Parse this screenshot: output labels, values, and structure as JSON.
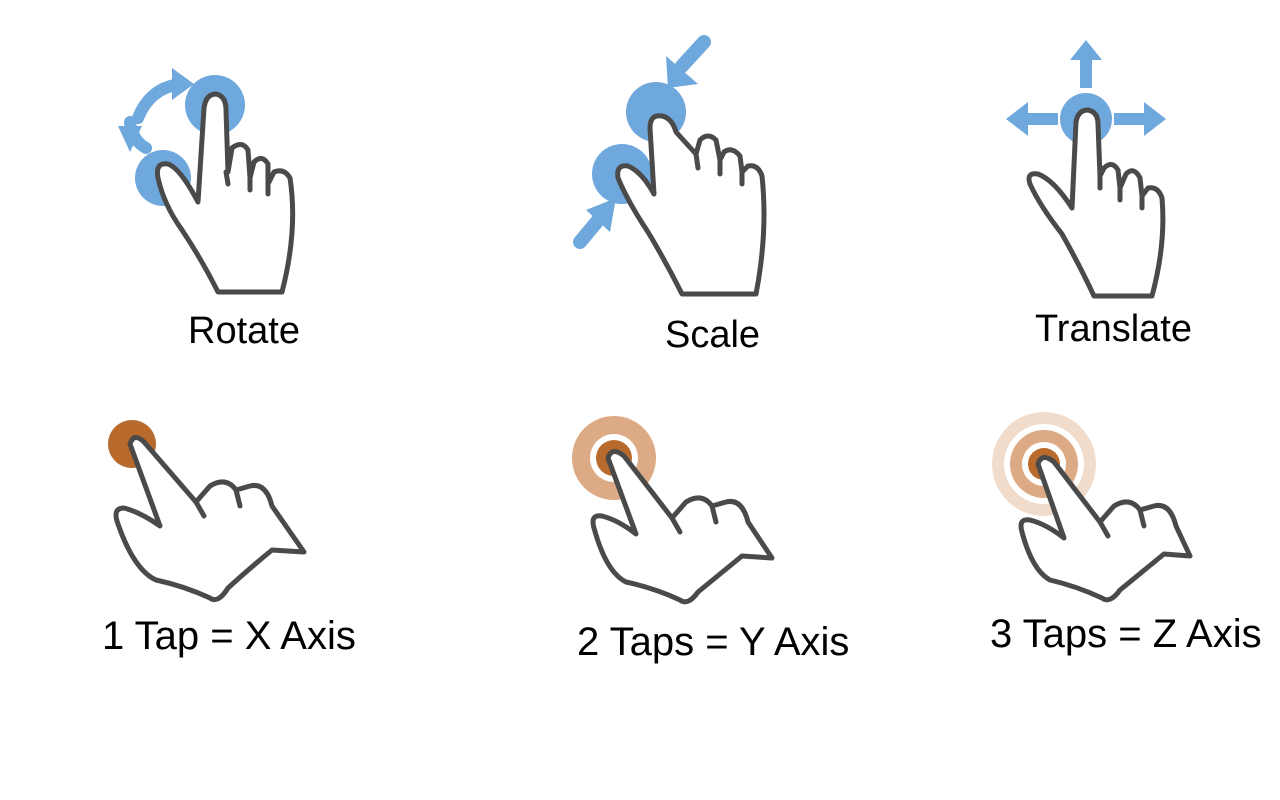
{
  "colors": {
    "gesture_blue": "#6fa8dc",
    "tap_brown": "#b86a2c",
    "ring_mid": "#dcab86",
    "ring_light": "#f1dccb",
    "hand_stroke": "#4a4a4a"
  },
  "gestures": [
    {
      "label": "Rotate",
      "icon": "rotate-gesture-icon"
    },
    {
      "label": "Scale",
      "icon": "scale-gesture-icon"
    },
    {
      "label": "Translate",
      "icon": "translate-gesture-icon"
    }
  ],
  "taps": [
    {
      "label": "1 Tap = X Axis",
      "icon": "single-tap-icon",
      "taps": 1
    },
    {
      "label": "2 Taps = Y Axis",
      "icon": "double-tap-icon",
      "taps": 2
    },
    {
      "label": "3 Taps = Z Axis",
      "icon": "triple-tap-icon",
      "taps": 3
    }
  ]
}
